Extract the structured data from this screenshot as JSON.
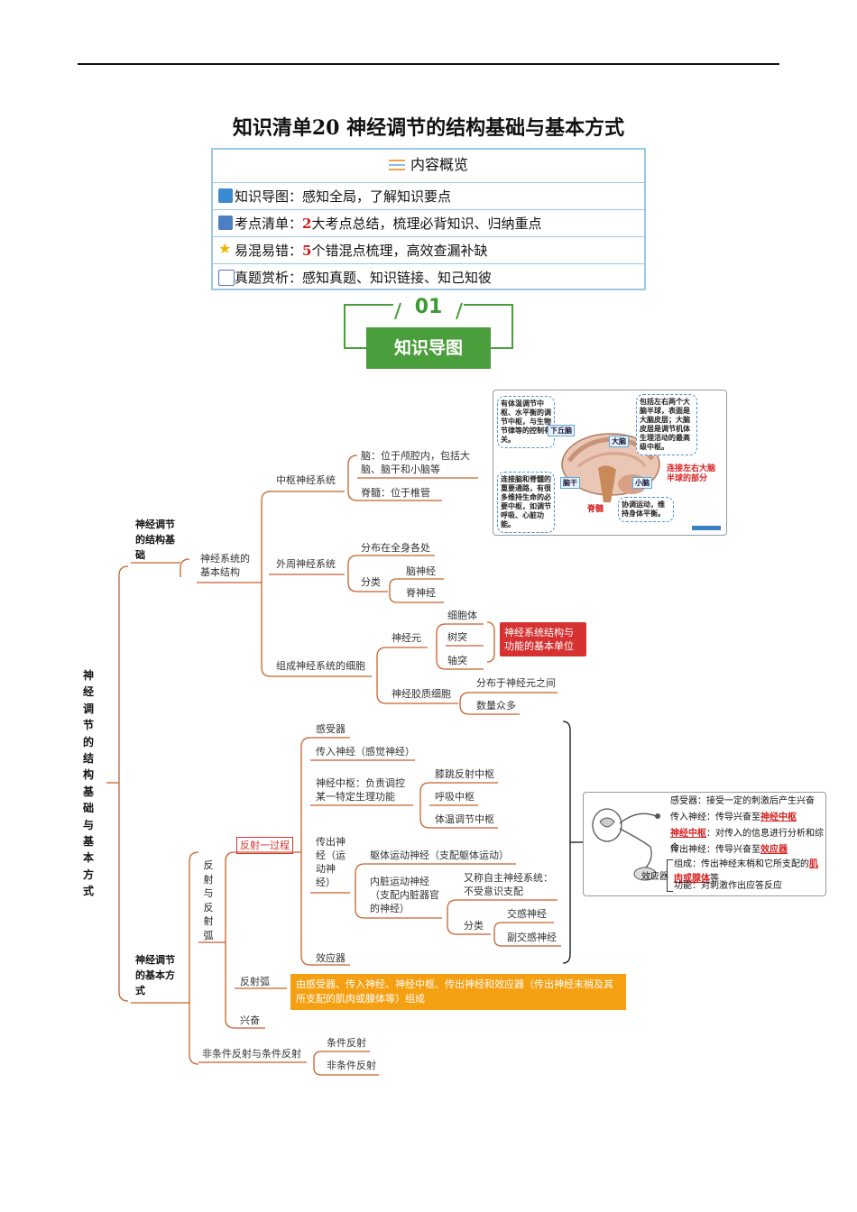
{
  "header": {
    "page_title": "知识清单20 神经调节的结构基础与基本方式"
  },
  "overview": {
    "heading": "内容概览",
    "rows": [
      {
        "icon": "map-icon",
        "label": "知识导图",
        "pre": "",
        "num": "",
        "rest": "感知全局，了解知识要点"
      },
      {
        "icon": "book-icon",
        "label": "考点清单",
        "pre": "",
        "num": "2",
        "rest": "大考点总结，梳理必背知识、归纳重点"
      },
      {
        "icon": "star-icon",
        "label": "易混易错",
        "pre": "",
        "num": "5",
        "rest": "个错混点梳理，高效查漏补缺"
      },
      {
        "icon": "edit-icon",
        "label": "真题赏析",
        "pre": "",
        "num": "",
        "rest": "感知真题、知识链接、知己知彼"
      }
    ],
    "separator": "："
  },
  "section": {
    "number": "01",
    "label": "知识导图"
  },
  "mindmap": {
    "root": "神经调节的结构基础与基本方式",
    "b1": "神经调节的结构基础",
    "b2": "神经调节的基本方式",
    "ns_structure": "神经系统的基本结构",
    "cns": "中枢神经系统",
    "brain": "脑：位于颅腔内，包括大脑、脑干和小脑等",
    "spinal": "脊髓：位于椎管",
    "pns": "外周神经系统",
    "pns_dist": "分布在全身各处",
    "classify": "分类",
    "cranial": "脑神经",
    "spinal_n": "脊神经",
    "cells": "组成神经系统的细胞",
    "neuron": "神经元",
    "cell_body": "细胞体",
    "dendrite": "树突",
    "axon": "轴突",
    "neuron_note": "神经系统结构与功能的基本单位",
    "glia": "神经胶质细胞",
    "glia_dist": "分布于神经元之间",
    "glia_many": "数量众多",
    "reflex_arc_v": "反射与反射弧",
    "reflex_process": "反射一过程",
    "receptor": "感受器",
    "afferent": "传入神经（感觉神经）",
    "center": "神经中枢：负责调控某一特定生理功能",
    "knee": "膝跳反射中枢",
    "breath": "呼吸中枢",
    "temp": "体温调节中枢",
    "efferent": "传出神经（运动神经）",
    "somatic": "躯体运动神经（支配躯体运动）",
    "visceral": "内脏运动神经（支配内脏器官的神经）",
    "autonomic": "又称自主神经系统：不受意识支配",
    "sympathetic": "交感神经",
    "parasym": "副交感神经",
    "effector": "效应器",
    "arc": "反射弧",
    "arc_desc": "由感受器、传入神经、神经中枢、传出神经和效应器（传出神经末梢及其所支配的肌肉或腺体等）组成",
    "excite": "兴奋",
    "cond": "非条件反射与条件反射",
    "cond1": "条件反射",
    "cond2": "非条件反射"
  },
  "brain_figure": {
    "hypothalamus": "下丘脑",
    "hypo_note": "有体温调节中枢、水平衡的调节中枢，与生物节律等的控制有关。",
    "cerebrum": "大脑",
    "cerebrum_note": "包括左右两个大脑半球，表面是大脑皮层；大脑皮层是调节机体生理活动的最高级中枢。",
    "brainstem": "脑干",
    "brainstem_note": "连接脑和脊髓的重要通路，有很多维持生命的必要中枢，如调节呼吸、心脏功能。",
    "cerebellum": "小脑",
    "cerebellum_note": "协调运动，维持身体平衡。",
    "spinal_cord": "脊髓",
    "connect": "连接左右大脑半球的部分"
  },
  "reflex_figure": {
    "receptor_line_a": "感受器：接受一定的刺激后产生兴奋",
    "afferent_line_a": "传入神经：传导兴奋至",
    "afferent_line_b": "神经中枢",
    "center_line_a": "神经中枢",
    "center_line_b": "：对传入的信息进行分析和综合",
    "efferent_line_a": "传出神经：传导兴奋至",
    "efferent_line_b": "效应器",
    "effector_label": "效应器",
    "compose_a": "组成：传出神经末梢和它所支配的",
    "compose_b": "肌肉或腺体",
    "compose_c": "等",
    "function": "功能：对刺激作出应答反应"
  },
  "colors": {
    "accent_green": "#4b9e3c",
    "red": "#d63232",
    "orange": "#f5a013",
    "border_blue": "#9cc8e4",
    "branch": "#c8622c"
  }
}
